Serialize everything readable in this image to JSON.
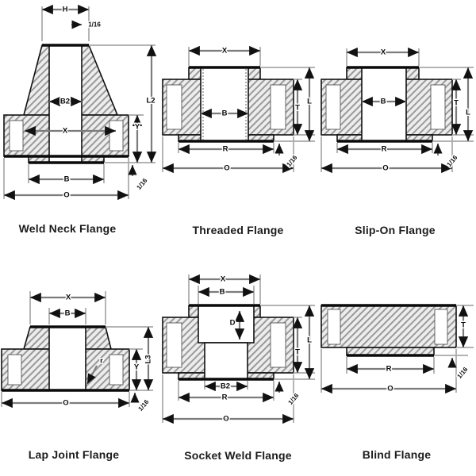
{
  "figure": {
    "type": "engineering-flange-dimension-diagrams",
    "background": "#ffffff",
    "colors": {
      "outline": "#111111",
      "hatch_line": "#9a9a9a",
      "hatch_bg": "#ededed",
      "dimension_line": "#7c7c7c",
      "label_text": "#0a0a0a",
      "caption_text": "#1b1b1b"
    }
  },
  "diagrams": [
    {
      "caption": "Weld Neck Flange",
      "labels": {
        "H": "H",
        "sixteenth_top": "1/16",
        "B2": "B2",
        "X": "X",
        "Y": "Y",
        "L2": "L2",
        "B": "B",
        "O": "O",
        "sixteenth_face": "1/16"
      }
    },
    {
      "caption": "Threaded Flange",
      "labels": {
        "X": "X",
        "B": "B",
        "R": "R",
        "O": "O",
        "T": "T",
        "L": "L",
        "sixteenth": "1/16"
      }
    },
    {
      "caption": "Slip-On Flange",
      "labels": {
        "X": "X",
        "B": "B",
        "R": "R",
        "O": "O",
        "T": "T",
        "L": "L",
        "sixteenth": "1/16"
      }
    },
    {
      "caption": "Lap Joint Flange",
      "labels": {
        "X": "X",
        "B": "B",
        "r": "r",
        "Y": "Y",
        "L3": "L3",
        "O": "O",
        "sixteenth": "1/16"
      }
    },
    {
      "caption": "Socket Weld Flange",
      "labels": {
        "X": "X",
        "B": "B",
        "D": "D",
        "B2": "B2",
        "R": "R",
        "O": "O",
        "T": "T",
        "L": "L",
        "sixteenth": "1/16"
      }
    },
    {
      "caption": "Blind Flange",
      "labels": {
        "R": "R",
        "O": "O",
        "T": "T",
        "sixteenth": "1/16"
      }
    }
  ]
}
